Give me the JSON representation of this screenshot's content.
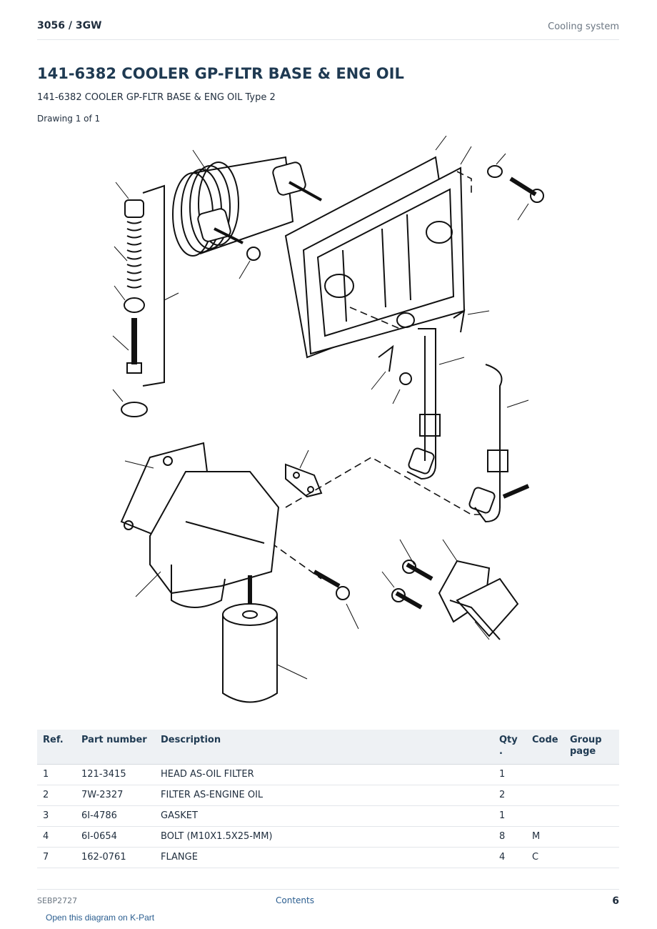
{
  "header": {
    "model": "3056  /  3GW",
    "section": "Cooling system"
  },
  "title": "141-6382 COOLER GP-FLTR BASE & ENG OIL",
  "subtitle": "141-6382 COOLER GP-FLTR BASE & ENG OIL Type 2",
  "drawing_label": "Drawing 1 of 1",
  "table": {
    "headers": [
      "Ref.",
      "Part number",
      "Description",
      "Qty\n.",
      "Code",
      "Group page"
    ],
    "rows": [
      {
        "ref": "1",
        "part": "121-3415",
        "desc": "HEAD AS-OIL FILTER",
        "qty": "1",
        "code": "",
        "group": ""
      },
      {
        "ref": "2",
        "part": "7W-2327",
        "desc": "FILTER AS-ENGINE OIL",
        "qty": "2",
        "code": "",
        "group": ""
      },
      {
        "ref": "3",
        "part": "6I-4786",
        "desc": "GASKET",
        "qty": "1",
        "code": "",
        "group": ""
      },
      {
        "ref": "4",
        "part": "6I-0654",
        "desc": "BOLT (M10X1.5X25-MM)",
        "qty": "8",
        "code": "M",
        "group": ""
      },
      {
        "ref": "7",
        "part": "162-0761",
        "desc": "FLANGE",
        "qty": "4",
        "code": "C",
        "group": ""
      }
    ]
  },
  "footer": {
    "doc": "SEBP2727",
    "contents": "Contents",
    "page": "6",
    "kpart": "Open this diagram on K-Part"
  }
}
